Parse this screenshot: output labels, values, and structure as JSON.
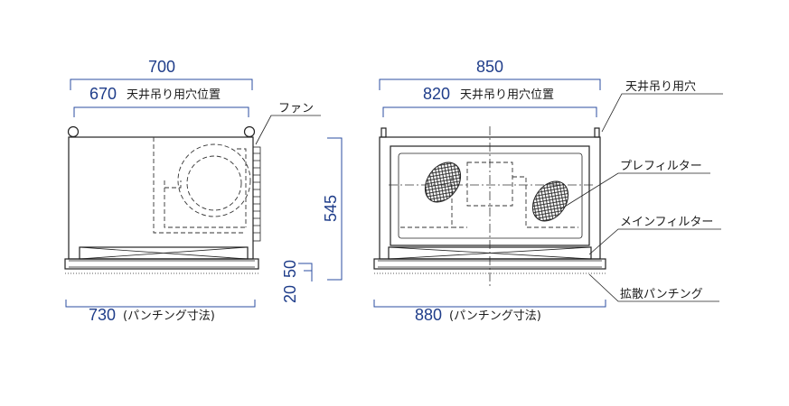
{
  "left_view": {
    "dim_top_outer": "700",
    "dim_top_inner_value": "670",
    "dim_top_inner_label": "天井吊り用穴位置",
    "dim_bottom_value": "730",
    "dim_bottom_label": "(パンチング寸法)",
    "dim_height": "545",
    "dim_base_a": "20",
    "dim_base_b": "50",
    "fan_label": "ファン"
  },
  "right_view": {
    "dim_top_outer": "850",
    "dim_top_inner_value": "820",
    "dim_top_inner_label": "天井吊り用穴位置",
    "dim_bottom_value": "880",
    "dim_bottom_label": "(パンチング寸法)"
  },
  "callouts": {
    "hanging_hole": "天井吊り用穴",
    "pre_filter": "プレフィルター",
    "main_filter": "メインフィルター",
    "diffuser_punching": "拡散パンチング"
  },
  "colors": {
    "dimension_blue": "#1f3d8a",
    "line_black": "#222222"
  }
}
